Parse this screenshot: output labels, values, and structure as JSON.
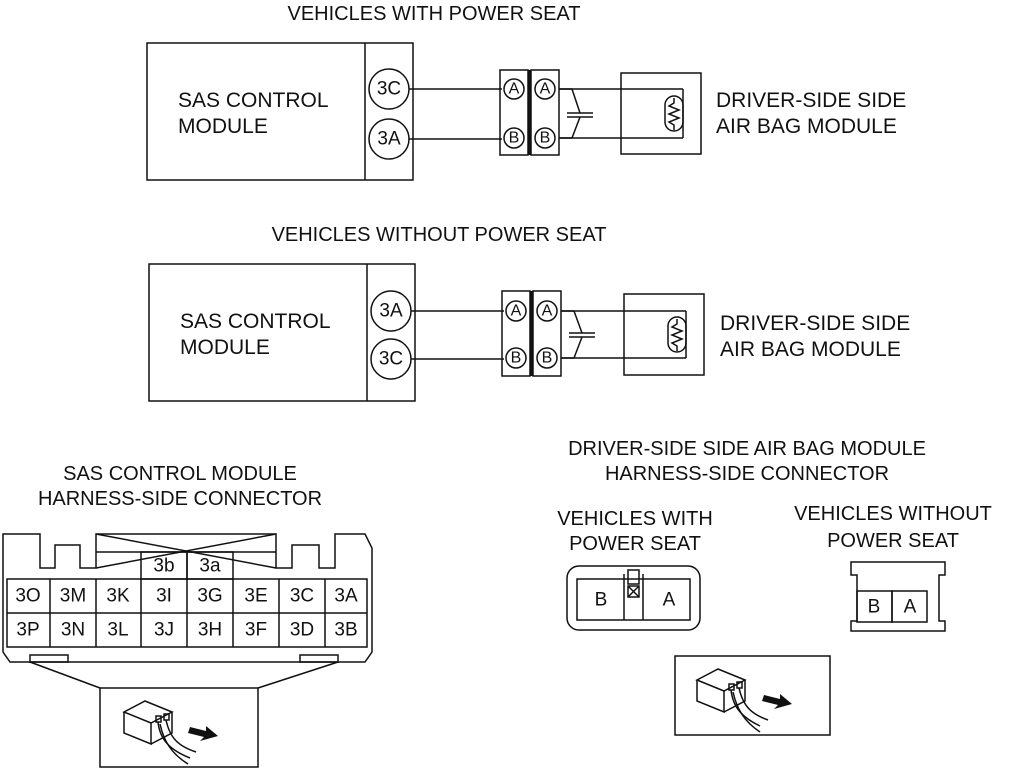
{
  "diagrams": [
    {
      "title": "VEHICLES WITH POWER SEAT",
      "module_label": [
        "SAS CONTROL",
        "MODULE"
      ],
      "pins": [
        "3C",
        "3A"
      ],
      "connector_pins": [
        "A",
        "B"
      ],
      "airbag_label": [
        "DRIVER-SIDE SIDE",
        "AIR BAG MODULE"
      ]
    },
    {
      "title": "VEHICLES WITHOUT POWER SEAT",
      "module_label": [
        "SAS CONTROL",
        "MODULE"
      ],
      "pins": [
        "3A",
        "3C"
      ],
      "connector_pins": [
        "A",
        "B"
      ],
      "airbag_label": [
        "DRIVER-SIDE SIDE",
        "AIR BAG MODULE"
      ]
    }
  ],
  "sas_connector": {
    "title": [
      "SAS CONTROL MODULE",
      "HARNESS-SIDE CONNECTOR"
    ],
    "top_pins": [
      "3b",
      "3a"
    ],
    "row1": [
      "3O",
      "3M",
      "3K",
      "3I",
      "3G",
      "3E",
      "3C",
      "3A"
    ],
    "row2": [
      "3P",
      "3N",
      "3L",
      "3J",
      "3H",
      "3F",
      "3D",
      "3B"
    ]
  },
  "airbag_connector": {
    "title": [
      "DRIVER-SIDE SIDE AIR BAG MODULE",
      "HARNESS-SIDE CONNECTOR"
    ],
    "with_label": [
      "VEHICLES WITH",
      "POWER SEAT"
    ],
    "without_label": [
      "VEHICLES WITHOUT",
      "POWER SEAT"
    ],
    "with_pins": [
      "B",
      "A"
    ],
    "without_pins": [
      "B",
      "A"
    ]
  },
  "icons": [
    "harness-connector-icon",
    "arrow-icon"
  ]
}
